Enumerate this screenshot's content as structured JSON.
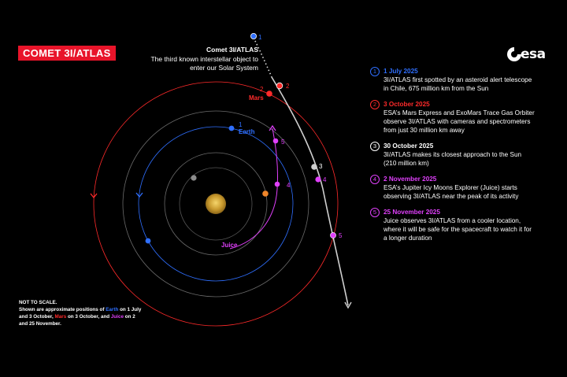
{
  "title": "COMET 3I/ATLAS",
  "logo_text": "esa",
  "comet": {
    "name": "Comet 3I/ATLAS",
    "description": "The third known interstellar object to enter our Solar System"
  },
  "labels": {
    "earth": "Earth",
    "mars": "Mars",
    "juice": "Juice",
    "n1": "1",
    "n2": "2",
    "n3": "3",
    "n4": "4",
    "n5": "5"
  },
  "events": [
    {
      "num": "1",
      "color": "#2f6fff",
      "date": "1 July 2025",
      "desc": "3I/ATLAS first spotted by an asteroid alert telescope in Chile, 675 million km from the Sun"
    },
    {
      "num": "2",
      "color": "#ff2a2a",
      "date": "3 October 2025",
      "desc": "ESA’s Mars Express and ExoMars Trace Gas Orbiter observe 3I/ATLAS with cameras and spectrometers from just 30 million km away"
    },
    {
      "num": "3",
      "color": "#ffffff",
      "date": "30 October 2025",
      "desc": "3I/ATLAS makes its closest approach to the Sun (210 million km)"
    },
    {
      "num": "4",
      "color": "#e040fb",
      "date": "2 November 2025",
      "desc": "ESA’s Jupiter Icy Moons Explorer (Juice) starts observing 3I/ATLAS near the peak of its activity"
    },
    {
      "num": "5",
      "color": "#e040fb",
      "date": "25 November 2025",
      "desc": "Juice observes 3I/ATLAS from a cooler location, where it will be safe for the spacecraft to watch it for a longer duration"
    }
  ],
  "note": {
    "head": "NOT TO SCALE.",
    "line1": "Shown are approximate positions of",
    "earth": "Earth",
    "line2": " on 1 July and 3 October, ",
    "mars": "Mars",
    "line3": " on 3 October, and ",
    "juice": "Juice",
    "line4": " on 2 and 25 November."
  },
  "colors": {
    "earth": "#2f6fff",
    "mars": "#ff2a2a",
    "juice": "#e040fb",
    "comet": "#ffffff",
    "badge": "#e8142a"
  }
}
